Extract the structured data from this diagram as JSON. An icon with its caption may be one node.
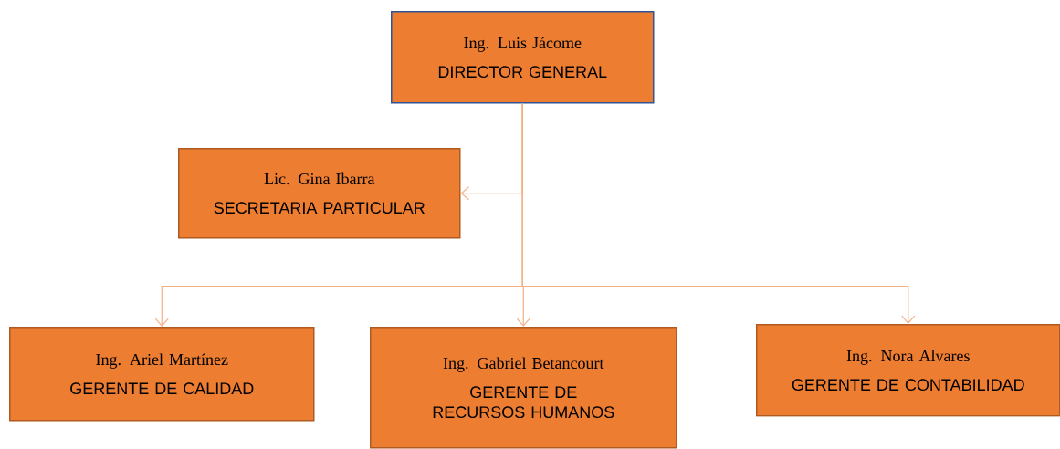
{
  "diagram": {
    "nodes": [
      {
        "text": [
          "Ing. Luis Jácome",
          "DIRECTOR GENERAL"
        ]
      },
      {
        "text": [
          "Lic. Gina Ibarra",
          "SECRETARIA PARTICULAR"
        ]
      },
      {
        "text": [
          "Ing. Ariel Martínez",
          "GERENTE DE CALIDAD"
        ]
      },
      {
        "text": [
          "Ing. Gabriel Betancourt",
          "GERENTE DE RECURSOS HUMANOS"
        ]
      },
      {
        "text": [
          "Ing. Nora Alvares",
          "GERENTE DE CONTABILIDAD"
        ]
      }
    ],
    "edges": [
      {
        "from": 0,
        "to": 1,
        "arrow": "to"
      },
      {
        "from": 0,
        "to": 2,
        "arrow": "to"
      },
      {
        "from": 0,
        "to": 3,
        "arrow": "to"
      },
      {
        "from": 0,
        "to": 4,
        "arrow": "to"
      }
    ]
  }
}
